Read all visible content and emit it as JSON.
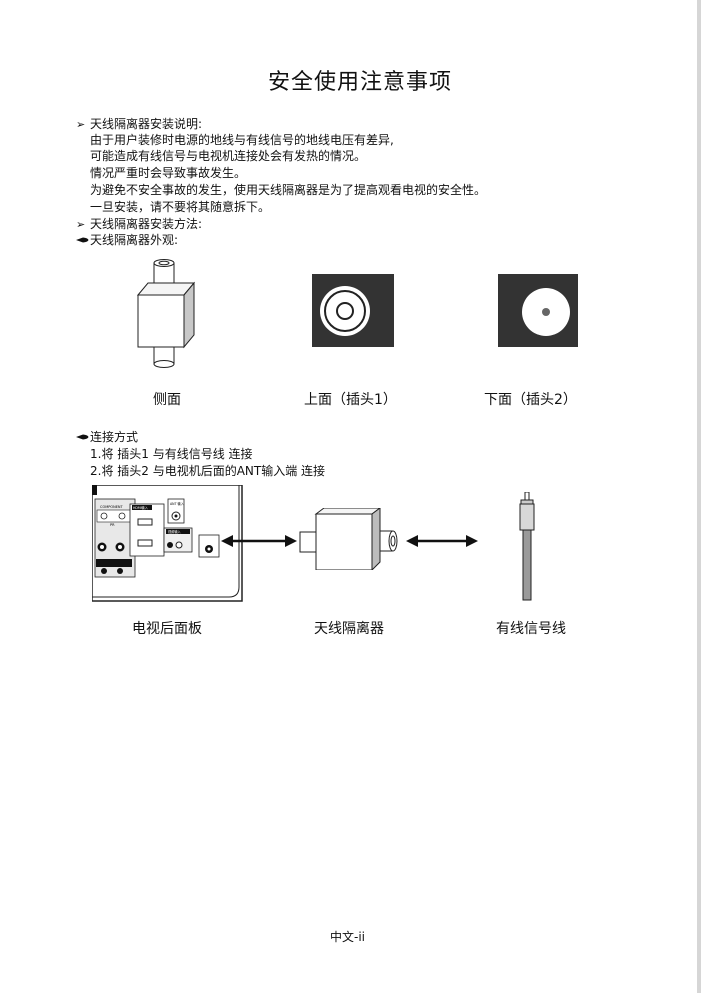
{
  "title": "安全使用注意事项",
  "section1": {
    "heading": "天线隔离器安装说明:",
    "lines": [
      "由于用户装修时电源的地线与有线信号的地线电压有差异,",
      "可能造成有线信号与电视机连接处会有发热的情况。",
      "情况严重时会导致事故发生。",
      "为避免不安全事故的发生，使用天线隔离器是为了提高观看电视的安全性。",
      "一旦安装，请不要将其随意拆下。"
    ]
  },
  "section2": {
    "heading": "天线隔离器安装方法:"
  },
  "appearance": {
    "heading": "天线隔离器外观:",
    "captions": [
      "侧面",
      "上面（插头1）",
      "下面（插头2）"
    ]
  },
  "connection": {
    "heading": "连接方式",
    "steps": [
      "1.将 插头1 与有线信号线 连接",
      "2.将 插头2 与电视机后面的ANT输入端 连接"
    ],
    "captions": [
      "电视后面板",
      "天线隔离器",
      "有线信号线"
    ],
    "panel_labels": {
      "hdmi": "HDMI输入",
      "ant": "ANT 输入",
      "component": "COMPONENT",
      "pr": "PR",
      "av": "视频输入"
    }
  },
  "footer": "中文-ii"
}
